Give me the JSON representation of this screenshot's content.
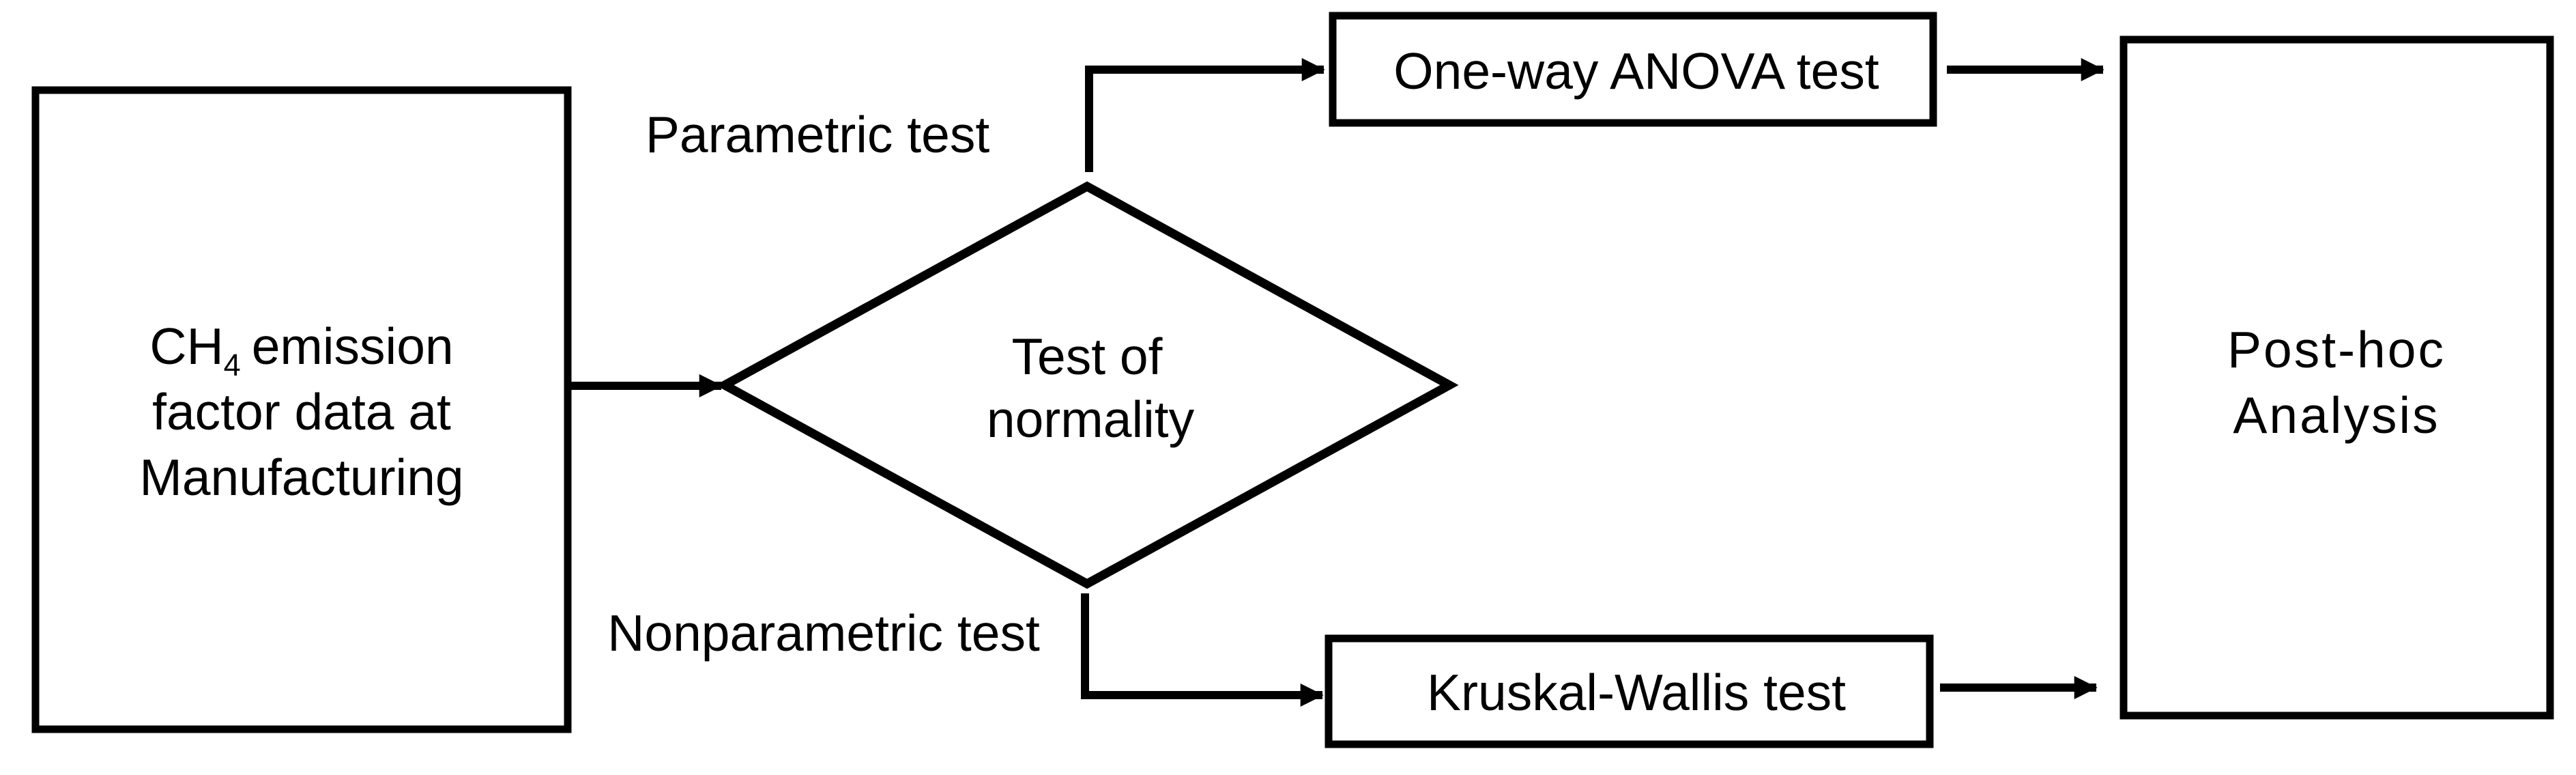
{
  "colors": {
    "background": "#ffffff",
    "ink": "#000000"
  },
  "nodes": {
    "source": {
      "line1_main": "CH",
      "line1_sub": "4",
      "line1_rest": "emission",
      "line2": "factor data at",
      "line3": "Manufacturing"
    },
    "decision": {
      "line1": "Test of",
      "line2": "normality"
    },
    "anova": {
      "label": "One-way ANOVA test"
    },
    "kruskal": {
      "label": "Kruskal-Wallis test"
    },
    "posthoc": {
      "line1": "Post-hoc",
      "line2": "Analysis"
    }
  },
  "edge_labels": {
    "parametric": "Parametric test",
    "nonparametric": "Nonparametric test"
  }
}
